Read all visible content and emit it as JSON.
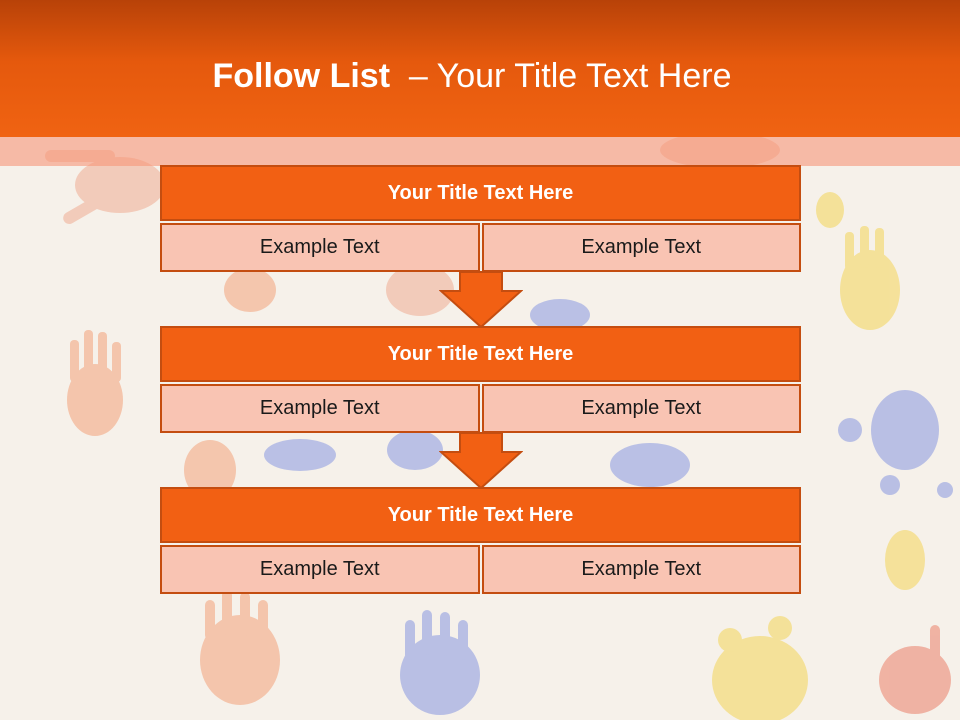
{
  "slide": {
    "title_main": "Follow List",
    "title_rest": "  – Your Title Text Here"
  },
  "colors": {
    "header": "#f06312",
    "block_title_fill": "#f26013",
    "cell_fill": "#f9c4b3",
    "border": "#c44d10"
  },
  "blocks": [
    {
      "title": "Your Title Text Here",
      "left": "Example Text",
      "right": "Example Text"
    },
    {
      "title": "Your Title Text Here",
      "left": "Example Text",
      "right": "Example Text"
    },
    {
      "title": "Your Title Text Here",
      "left": "Example Text",
      "right": "Example Text"
    }
  ],
  "connectors": [
    "down-arrow-icon",
    "down-arrow-icon"
  ]
}
